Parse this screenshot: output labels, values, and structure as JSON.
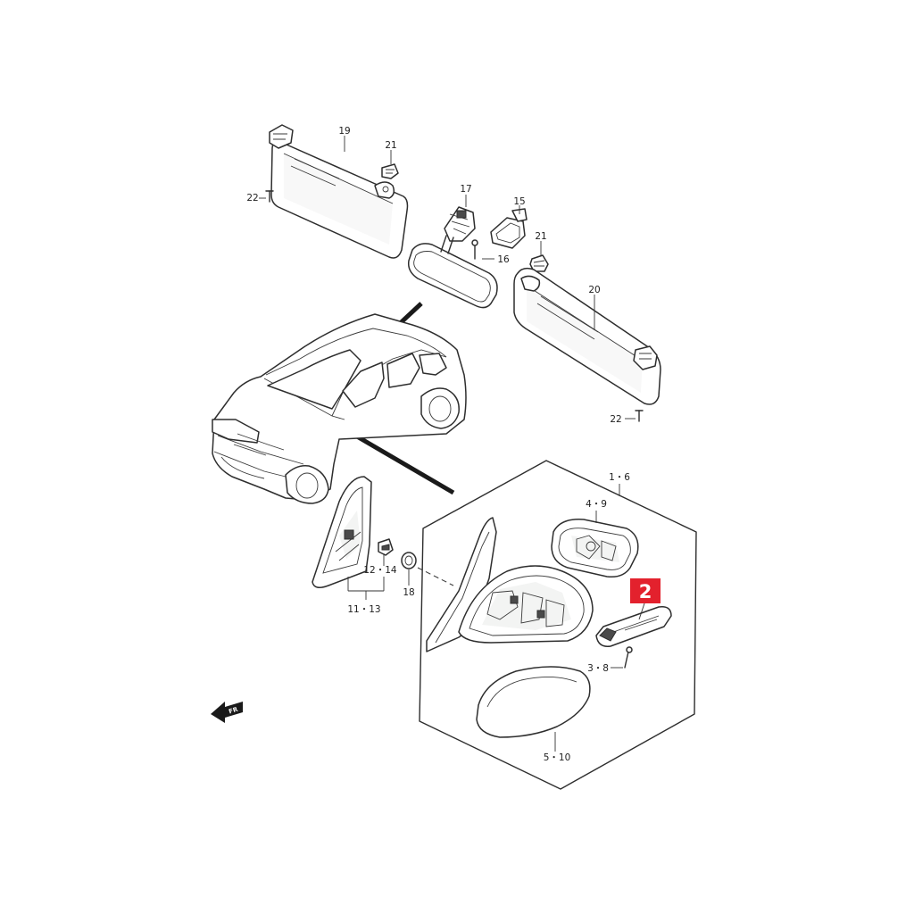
{
  "callouts": {
    "c19": "19",
    "c21a": "21",
    "c22a": "22",
    "c17": "17",
    "c15": "15",
    "c16": "16",
    "c21b": "21",
    "c20": "20",
    "c22b": "22",
    "c1_6": "1・6",
    "c4_9": "4・9",
    "c12_14": "12・14",
    "c11_13": "11・13",
    "c18": "18",
    "c3_8": "3・8",
    "c5_10": "5・10"
  },
  "badge": {
    "label": "2",
    "color": "#e3212d"
  },
  "front_arrow": {
    "label": "FR"
  },
  "colors": {
    "line": "#2e2e2e",
    "background": "#ffffff",
    "badge": "#e3212d"
  }
}
